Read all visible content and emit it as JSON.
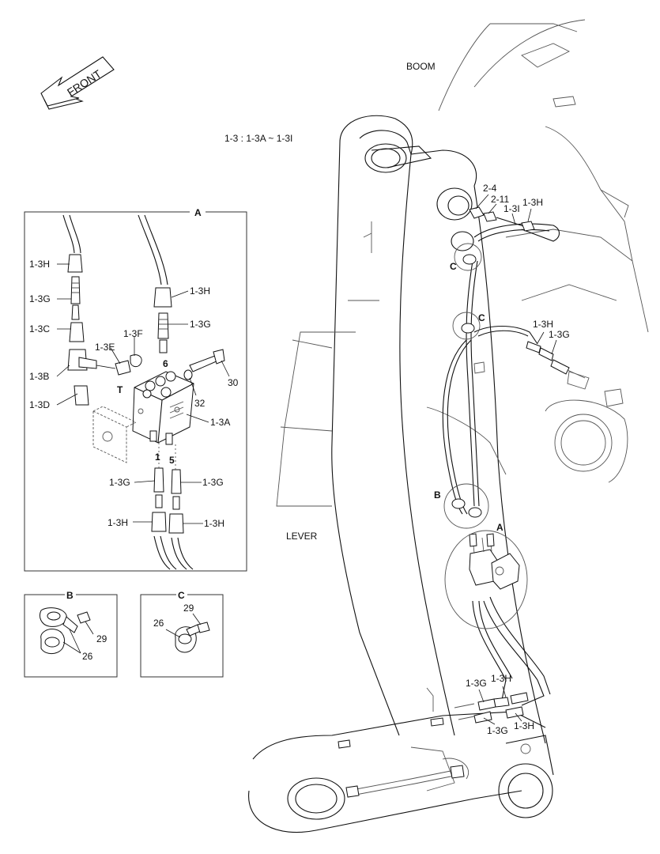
{
  "header": {
    "front": "FRONT",
    "boom": "BOOM",
    "lever": "LEVER",
    "assembly_note": "1-3  : 1-3A ~ 1-3I"
  },
  "detail_a": {
    "title": "A",
    "labels": {
      "h_tl": "1-3H",
      "g_tl": "1-3G",
      "c": "1-3C",
      "b": "1-3B",
      "d": "1-3D",
      "e": "1-3E",
      "f": "1-3F",
      "h_tr": "1-3H",
      "g_tr": "1-3G",
      "p6": "6",
      "p30": "30",
      "t": "T",
      "p32": "32",
      "a": "1-3A",
      "p1": "1",
      "p5": "5",
      "g_bl": "1-3G",
      "g_br": "1-3G",
      "h_bl": "1-3H",
      "h_br": "1-3H"
    }
  },
  "detail_b": {
    "title": "B",
    "labels": {
      "p29": "29",
      "p26": "26"
    }
  },
  "detail_c": {
    "title": "C",
    "labels": {
      "p29": "29",
      "p26": "26"
    }
  },
  "main": {
    "labels": {
      "p2_4": "2-4",
      "p2_11": "2-11",
      "p1_3i": "1-3I",
      "p1_3h_top": "1-3H",
      "c_upper": "C",
      "c_lower": "C",
      "p1_3h_mid": "1-3H",
      "p1_3g_mid": "1-3G",
      "b": "B",
      "a": "A",
      "g_lb1": "1-3G",
      "h_lb1": "1-3H",
      "g_lb2": "1-3G",
      "h_lb2": "1-3H"
    }
  }
}
